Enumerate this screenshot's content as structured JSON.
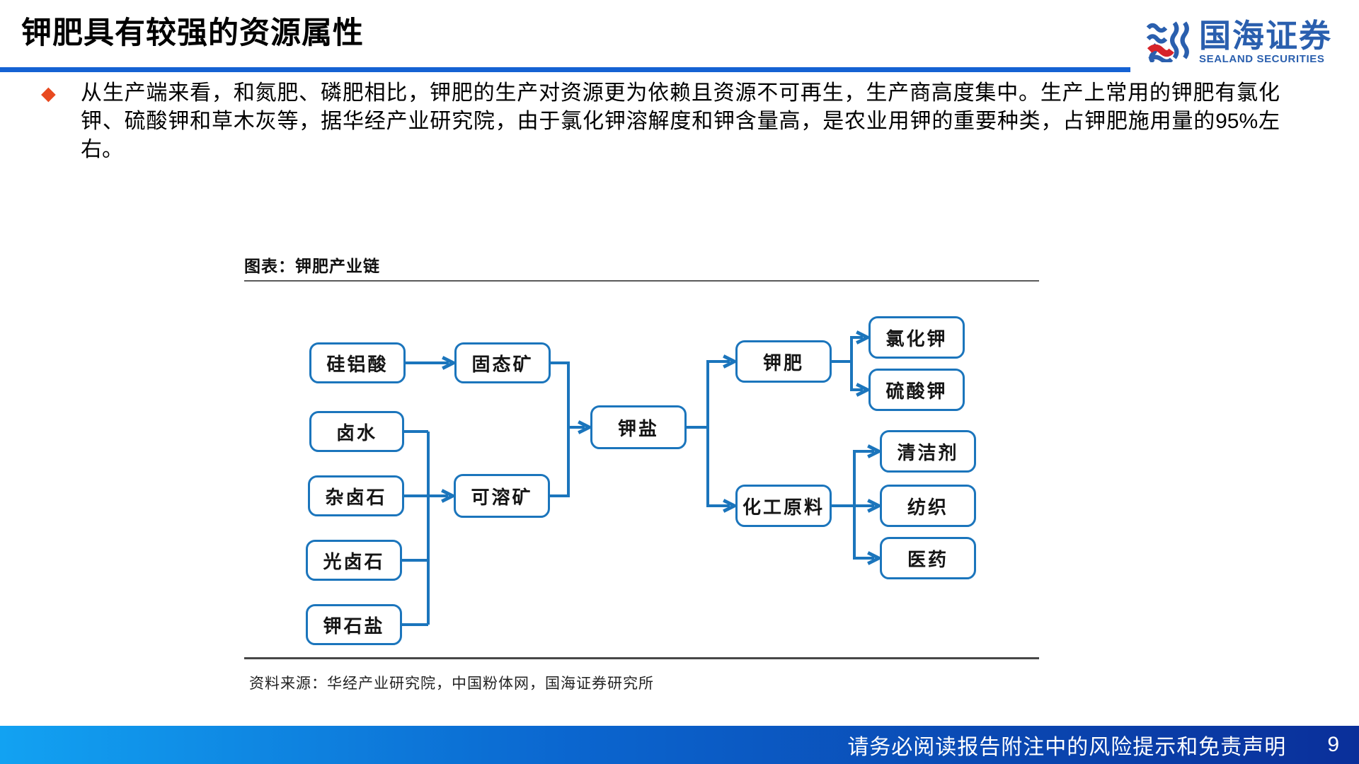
{
  "header": {
    "title": "钾肥具有较强的资源属性",
    "logo_cn": "国海证券",
    "logo_en": "SEALAND SECURITIES"
  },
  "bullet": {
    "marker": "◆",
    "text": "从生产端来看，和氮肥、磷肥相比，钾肥的生产对资源更为依赖且资源不可再生，生产商高度集中。生产上常用的钾肥有氯化钾、硫酸钾和草木灰等，据华经产业研究院，由于氯化钾溶解度和钾含量高，是农业用钾的重要种类，占钾肥施用量的95%左右。"
  },
  "figure": {
    "title": "图表：钾肥产业链",
    "source": "资料来源：华经产业研究院，中国粉体网，国海证券研究所"
  },
  "flowchart": {
    "nodes": [
      {
        "id": "silicoaluminate",
        "label": "硅铝酸"
      },
      {
        "id": "solid-ore",
        "label": "固态矿"
      },
      {
        "id": "brine",
        "label": "卤水"
      },
      {
        "id": "polyhalite",
        "label": "杂卤石"
      },
      {
        "id": "carnallite",
        "label": "光卤石"
      },
      {
        "id": "sylvite",
        "label": "钾石盐"
      },
      {
        "id": "soluble-ore",
        "label": "可溶矿"
      },
      {
        "id": "potash-salt",
        "label": "钾盐"
      },
      {
        "id": "potash-fertilizer",
        "label": "钾肥"
      },
      {
        "id": "chemical-raw-material",
        "label": "化工原料"
      },
      {
        "id": "potassium-chloride",
        "label": "氯化钾"
      },
      {
        "id": "potassium-sulfate",
        "label": "硫酸钾"
      },
      {
        "id": "detergent",
        "label": "清洁剂"
      },
      {
        "id": "textile",
        "label": "纺织"
      },
      {
        "id": "pharmaceutical",
        "label": "医药"
      }
    ],
    "edges": [
      {
        "from": "silicoaluminate",
        "to": "solid-ore"
      },
      {
        "from": "brine",
        "to": "soluble-ore"
      },
      {
        "from": "polyhalite",
        "to": "soluble-ore"
      },
      {
        "from": "carnallite",
        "to": "soluble-ore"
      },
      {
        "from": "sylvite",
        "to": "soluble-ore"
      },
      {
        "from": "solid-ore",
        "to": "potash-salt"
      },
      {
        "from": "soluble-ore",
        "to": "potash-salt"
      },
      {
        "from": "potash-salt",
        "to": "potash-fertilizer"
      },
      {
        "from": "potash-salt",
        "to": "chemical-raw-material"
      },
      {
        "from": "potash-fertilizer",
        "to": "potassium-chloride"
      },
      {
        "from": "potash-fertilizer",
        "to": "potassium-sulfate"
      },
      {
        "from": "chemical-raw-material",
        "to": "detergent"
      },
      {
        "from": "chemical-raw-material",
        "to": "textile"
      },
      {
        "from": "chemical-raw-material",
        "to": "pharmaceutical"
      }
    ]
  },
  "footer": {
    "disclaimer": "请务必阅读报告附注中的风险提示和免责声明",
    "page": "9"
  },
  "colors": {
    "accent_blue": "#1b75bc",
    "rule_blue": "#1562d3",
    "bullet_orange": "#e8491f",
    "logo_blue": "#2a5fae",
    "logo_red": "#d6232a",
    "footer_gradient_left": "#12a2f2",
    "footer_gradient_right": "#0a2f9a"
  }
}
